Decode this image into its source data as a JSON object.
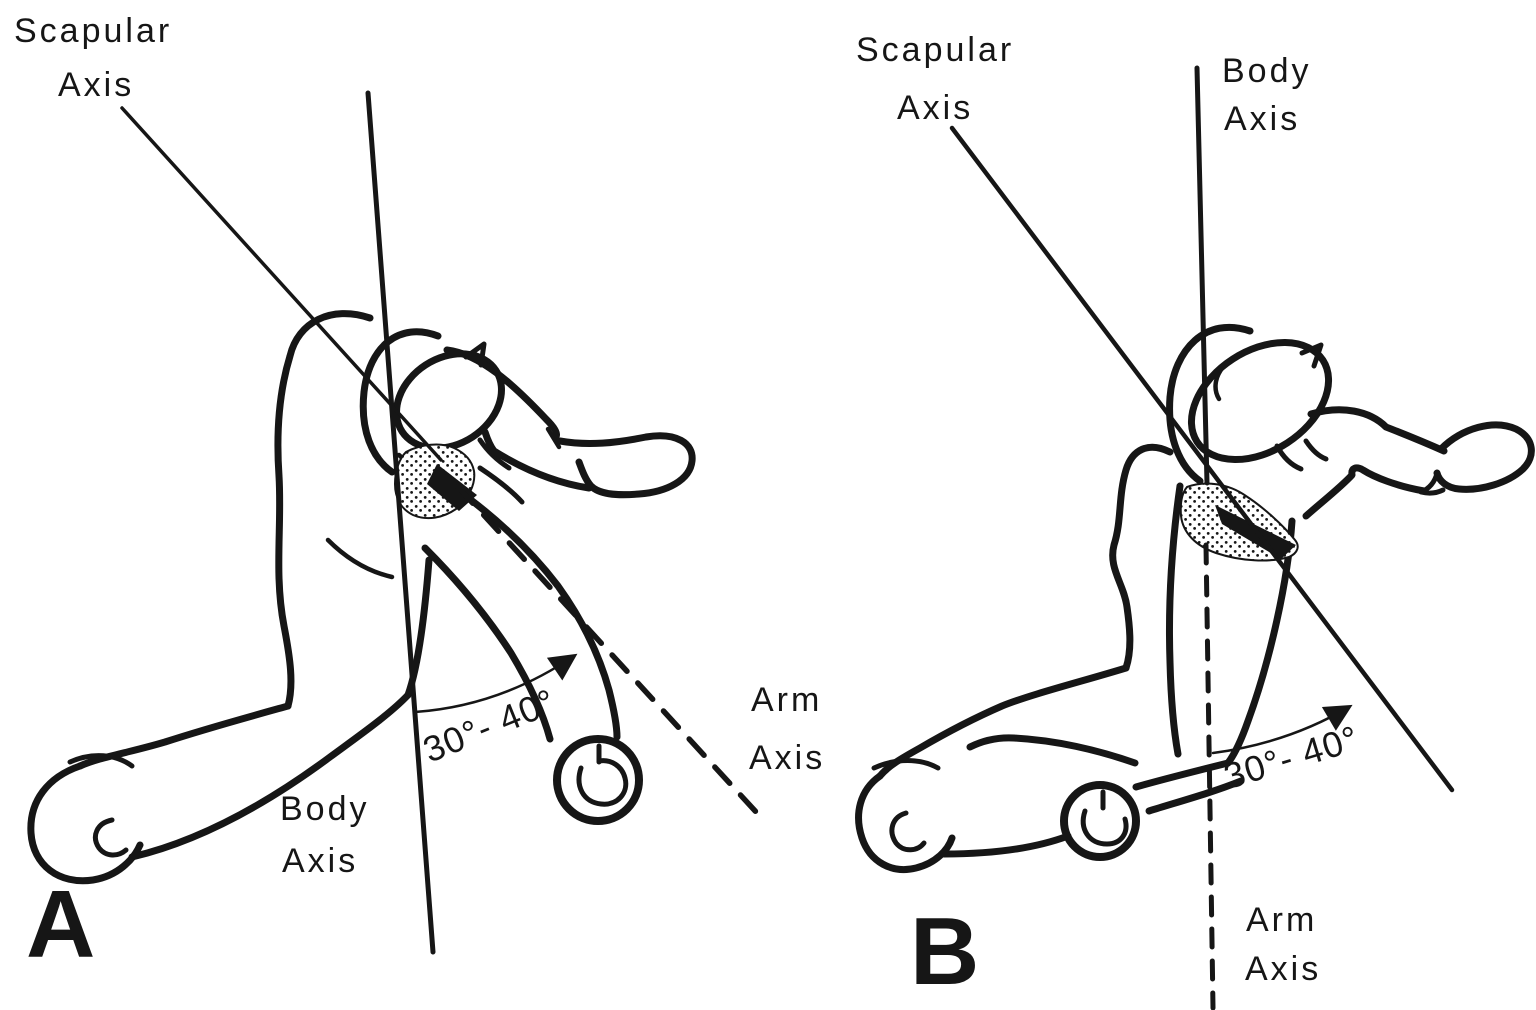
{
  "colors": {
    "ink": "#161616",
    "background": "#ffffff"
  },
  "panels": {
    "a": {
      "letter": "A",
      "scapular_axis_label": [
        "Scapular",
        "Axis"
      ],
      "body_axis_label": [
        "Body",
        "Axis"
      ],
      "arm_axis_label": [
        "Arm",
        "Axis"
      ],
      "angle_label": "30°- 40°"
    },
    "b": {
      "letter": "B",
      "scapular_axis_label": [
        "Scapular",
        "Axis"
      ],
      "body_axis_label": [
        "Body",
        "Axis"
      ],
      "arm_axis_label": [
        "Arm",
        "Axis"
      ],
      "angle_label": "30°- 40°"
    }
  }
}
